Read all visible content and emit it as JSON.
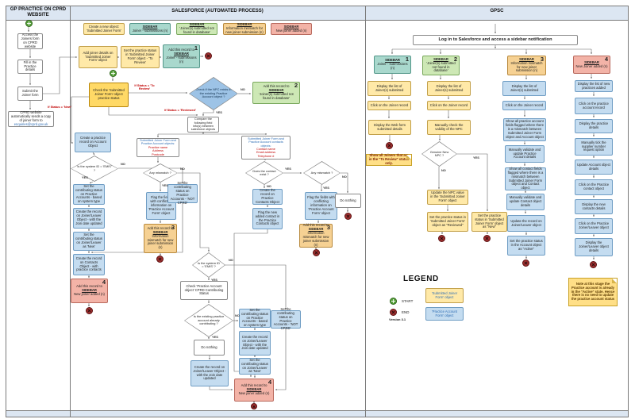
{
  "lanes": {
    "gp": "GP PRACTICE ON CPRD WEBSITE",
    "sf": "SALESFORCE (AUTOMATED PROCESS)",
    "gpsc": "GPSC"
  },
  "labels": {
    "yes": "YES",
    "no": "NO",
    "to_review": "If Status = 'To Review'",
    "new": "If Status = 'New'",
    "reviewed": "If Status = 'Reviewed'"
  },
  "gp": {
    "access": "Access the Joiners form on CPRD website",
    "fill": "Fill in the Practice details",
    "submit": "Submit the Joiner form",
    "auto_email": "CPRD website automatically sends a copy of joiner form to",
    "auto_email_addr": "enquiries@cprd.gov.uk"
  },
  "sf": {
    "key_create": "Create a new object: 'Submitted Joiner Form'",
    "key_sidebar1": {
      "head": "SIDEBAR",
      "body": "Joiner - submissions (n)"
    },
    "key_sidebar2": {
      "head": "SIDEBAR",
      "body": "'Joiner(s) submitted not found in database'"
    },
    "key_sidebar3": {
      "head": "SIDEBAR",
      "body": "Information mismatch for new joiner submission (n)"
    },
    "key_sidebar4": {
      "head": "SIDEBAR",
      "body": "New joiner added (n)"
    },
    "add_details": "Add joiner details on 'Submitted Joiner Form' object",
    "set_to_review": "Set the practice status in 'Submitted Joiner Form' object - 'To Review'",
    "sidebar1_add": {
      "pre": "Add this record to",
      "head": "SIDEBAR",
      "body": "Joiner - submissions (n)",
      "num": "1"
    },
    "check_status": "Check the 'Submitted Joiner Form' object practice status",
    "npc_diamond": "Check if the NPC exists in the existing Practice Account object ?",
    "sidebar2_add": {
      "pre": "Add this record to",
      "head": "SIDEBAR",
      "body": "'Joiner(s) submitted not found in database'",
      "num": "2"
    },
    "compare": "Compare the following field info(s) between salesforce objects",
    "fields_practice": {
      "head": "Submitted Joiner Form and Practice Account objects:",
      "items": "Practice name\nAddress\nPostcode"
    },
    "fields_contact": {
      "head": "Submitted Joiner Form and Practice Account contacts objects:",
      "items": "Contact name\nEmail address\nTelephone #"
    },
    "mismatch_diamond": "Any mismatch ?",
    "contact_exist_diamond": "Does the contact exist ?",
    "flag_practice": "Flag the fields with conflicting information on 'Practice Account Form' object",
    "flag_contact": "Flag the fields with conflicting information on 'Practice Account Form' object",
    "sidebar3_add": {
      "pre": "Add this record to",
      "head": "SIDEBAR",
      "body": "Information mismatch for new joiner submission (n)",
      "num": "3"
    },
    "create_contact_rec": "Create the record on Practice Contacts Object",
    "flag_new_contact": "Flag the new added contact in the Practice Contacts object",
    "do_nothing": "Do nothing",
    "create_practice": "Create a practice record on Account Object",
    "emis_diamond": "Is the system ID = 'EMIS' ?",
    "set_status_systype": "Set the contributing status on Practice Accounts - based on system type",
    "set_status_notcprd": "Set the contributing status on Practice Accounts - 'NOT CPRD'",
    "create_jl": "Create the record on Joiner/Leaver Object - with the Join date updated",
    "set_jl_new": "Set the contributing status on Joiner/Leaver as 'New'",
    "create_contacts_obj": "Create the record on Contacts Object - with practice contacts",
    "sidebar4_add": {
      "pre": "Add this record to",
      "head": "SIDEBAR",
      "body": "New joiner added (n)",
      "num": "4"
    },
    "check_contrib": "Check 'Practice Account object' CPRD Contributing Status",
    "already_contrib_diamond": "Is the existing practice account already contributing ?"
  },
  "gpsc": {
    "login": "Log in to Salesforce and access a sidebar notification",
    "sidebar1": {
      "head": "SIDEBAR",
      "body": "Joiner - submissions (n)",
      "num": "1"
    },
    "sidebar2": {
      "head": "SIDEBAR",
      "body": "'Joiner(s) submitted not found in database'",
      "num": "2"
    },
    "sidebar3": {
      "head": "SIDEBAR",
      "body": "Information mismatch for new joiner submission (n)",
      "num": "3"
    },
    "sidebar4": {
      "head": "SIDEBAR",
      "body": "New Joiner added (n)",
      "num": "4"
    },
    "c1_display": "Display the list of Joiner(s) submitted",
    "c1_click": "Click on the Joiner record",
    "c1_webform": "Display the Web form submitted details",
    "note1": "Show all Joiners that are in the \"To Review\" status only.",
    "c2_check_npc": "Manually check the validity of the NPC",
    "c2_diamond": "Genuine New NPC ?",
    "c2_update_npc": "Update the NPC value in the 'Submitted Joiner Form' object",
    "c2_set_reviewed": "Set the practice status in 'Submitted Joiner Form' object as \"Reviewed\"",
    "c2_set_new": "Set the practice status in 'Submitted Joiner Form' object as \"New\"",
    "c3_show_practice": "Show all practice account fields flagged where there is a mismatch between Submitted Joiner Form object and Account object",
    "c3_validate_practice": "Manually validate and update Practice Account details",
    "c3_show_contact": "Show all contact fields flagged where there is a mismatch between Submitted Joiner Form object and Contact object",
    "c3_validate_contact": "Manually validate and update Contact object details",
    "c3_update_jl": "Update the record on Joiner/Leaver object",
    "c3_set_active": "Set the practice status in the Account object as \"Active\"",
    "c4_display_list": "Display the list of new practices added",
    "c4_click_account": "Click on the practice account record",
    "c4_display_practice": "Display the practice details",
    "c4_tick_supplier": "Manually tick the supplier number request option",
    "c4_update_account": "Update Account object details",
    "c4_click_contact": "Click on the Practice contact object",
    "c4_display_contacts": "Display the new contacts details",
    "c4_click_jl": "Click on the Practice Joiner/Leaver object",
    "c4_display_jl": "Display the Joiner/Leaver object details",
    "note4": "Note at this stage the Practice account is already in the \"Active\" state. Hence there is no need to update the practice account status"
  },
  "legend": {
    "title": "LEGEND",
    "start": "START",
    "end": "END",
    "version": "Version 3.1",
    "yellow": "'Submitted Joiner Form' object",
    "blue": "'Practice Account Form' object"
  }
}
